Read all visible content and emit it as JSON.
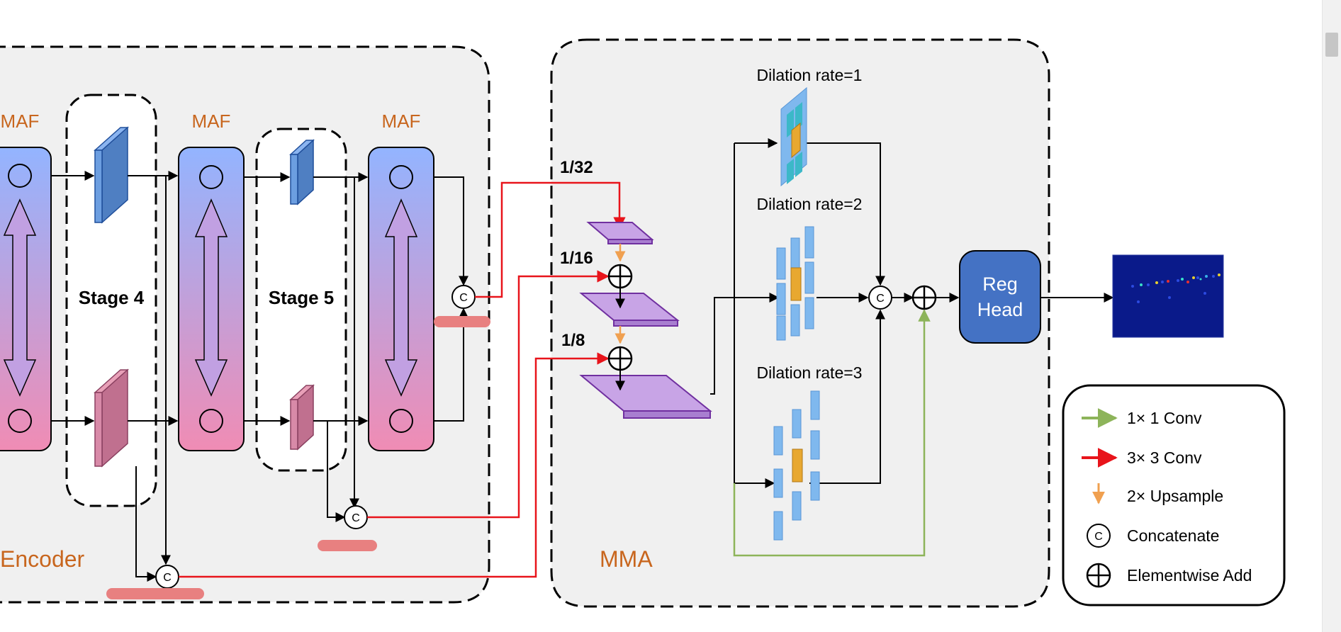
{
  "encoder": {
    "title": "Encoder",
    "maf_labels": [
      "MAF",
      "MAF",
      "MAF"
    ],
    "stage_labels": [
      "Stage 4",
      "Stage 5"
    ]
  },
  "mma": {
    "title": "MMA",
    "scale_labels": [
      "1/32",
      "1/16",
      "1/8"
    ],
    "dilation_labels": [
      "Dilation rate=1",
      "Dilation rate=2",
      "Dilation rate=3"
    ],
    "concat_symbol": "C"
  },
  "reg_head": {
    "line1": "Reg",
    "line2": "Head"
  },
  "legend": {
    "items": [
      {
        "label": "1× 1 Conv",
        "color": "#8db45a"
      },
      {
        "label": "3× 3 Conv",
        "color": "#e8141b"
      },
      {
        "label": "2× Upsample",
        "color": "#f0a050"
      },
      {
        "label": "Concatenate"
      },
      {
        "label": "Elementwise Add"
      }
    ]
  },
  "colors": {
    "maf_text": "#c8661e",
    "panel_bg": "#f0f0f0",
    "reg_head": "#4472c4",
    "maf_top": "#93b4ff",
    "maf_bottom": "#f08cb4",
    "feature_purple": "#c09ee0",
    "red_highlight": "#e88080"
  }
}
